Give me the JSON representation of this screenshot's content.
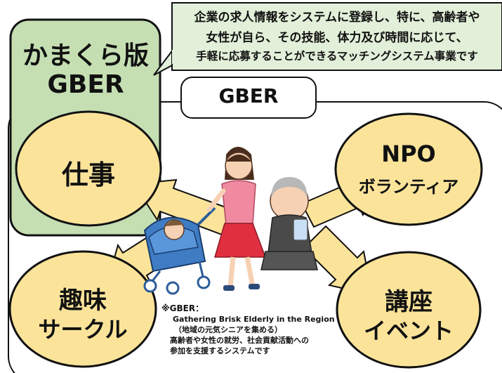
{
  "callout": {
    "lines": [
      "企業の求人情報をシステムに登録し、特に、高齢者や",
      "女性が自ら、その技能、体力及び時間に応じて、",
      "手軽に応募することができるマッチングシステム事業です"
    ]
  },
  "badge": {
    "line1": "かまくら版",
    "line2": "GBER"
  },
  "frame_title": "GBER",
  "nodes": {
    "work": "仕事",
    "npo_line1": "NPO",
    "npo_line2": "ボランティア",
    "hobby_line1": "趣味",
    "hobby_line2": "サークル",
    "course_line1": "講座",
    "course_line2": "イベント"
  },
  "note": {
    "title": "※GBER：",
    "expansion": "Gathering Brisk Elderly in the Region",
    "paren": "（地域の元気シニアを集める）",
    "desc1": "高齢者や女性の就労、社会貢献活動への",
    "desc2": "参加を支援するシステムです"
  },
  "colors": {
    "node_fill": "#fbe49a",
    "node_stroke": "#111111",
    "badge_fill": "#c5dfb3",
    "callout_fill": "#e2efd9",
    "arrow_fill": "#fbe49a"
  }
}
